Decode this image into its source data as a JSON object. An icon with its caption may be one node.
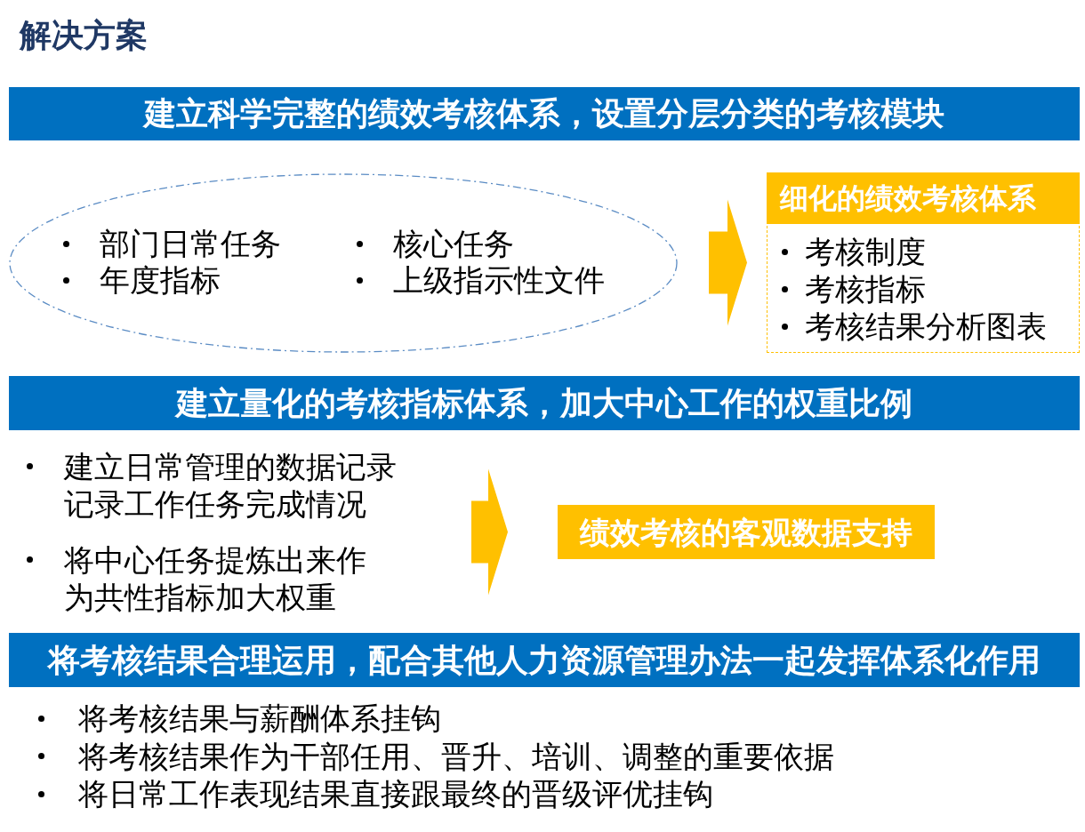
{
  "diagram": {
    "title": "解决方案",
    "nodes": [
      {
        "text": [
          "建立科学完整的绩效考核体系，设置分层分类的考核模块"
        ]
      },
      {
        "text": [
          "部门日常任务",
          "核心任务",
          "年度指标",
          "上级指示性文件"
        ]
      },
      {
        "text": [
          "细化的绩效考核体系",
          "考核制度",
          "考核指标",
          "考核结果分析图表"
        ]
      },
      {
        "text": [
          "建立量化的考核指标体系，加大中心工作的权重比例"
        ]
      },
      {
        "text": [
          "建立日常管理的数据记录记录工作任务完成情况",
          "将中心任务提炼出来作为共性指标加大权重"
        ]
      },
      {
        "text": [
          "绩效考核的客观数据支持"
        ]
      },
      {
        "text": [
          "将考核结果合理运用，配合其他人力资源管理办法一起发挥体系化作用"
        ]
      }
    ],
    "edges": [
      {
        "from": 1,
        "to": 2,
        "arrow": "to",
        "style": "thick"
      },
      {
        "from": 4,
        "to": 5,
        "arrow": "to",
        "style": "thick"
      }
    ],
    "labels": [
      "将考核结果与薪酬体系挂钩",
      "将考核结果作为干部任用、晋升、培训、调整的重要依据",
      "将日常工作表现结果直接跟最终的晋级评优挂钩"
    ]
  }
}
